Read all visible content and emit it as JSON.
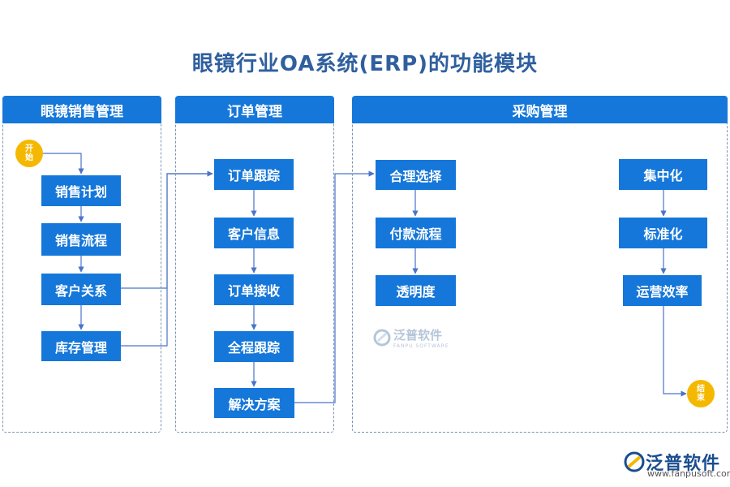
{
  "title": "眼镜行业OA系统(ERP)的功能模块",
  "panels": {
    "sales": "眼镜销售管理",
    "order": "订单管理",
    "purchase": "采购管理"
  },
  "start_label": "开始",
  "end_label": "结束",
  "sales_nodes": [
    "销售计划",
    "销售流程",
    "客户关系",
    "库存管理"
  ],
  "order_nodes": [
    "订单跟踪",
    "客户信息",
    "订单接收",
    "全程跟踪",
    "解决方案"
  ],
  "purchase_left_nodes": [
    "合理选择",
    "付款流程",
    "透明度"
  ],
  "purchase_right_nodes": [
    "集中化",
    "标准化",
    "运营效率"
  ],
  "watermark": {
    "name": "泛普软件",
    "sub": "FANPU SOFTWARE"
  },
  "logo": {
    "name": "泛普软件",
    "url": "www.fanpusoft.com"
  },
  "colors": {
    "node": "#1577d9",
    "circle": "#f5b800",
    "title": "#2f5f9e",
    "edge": "#4a73c9"
  }
}
